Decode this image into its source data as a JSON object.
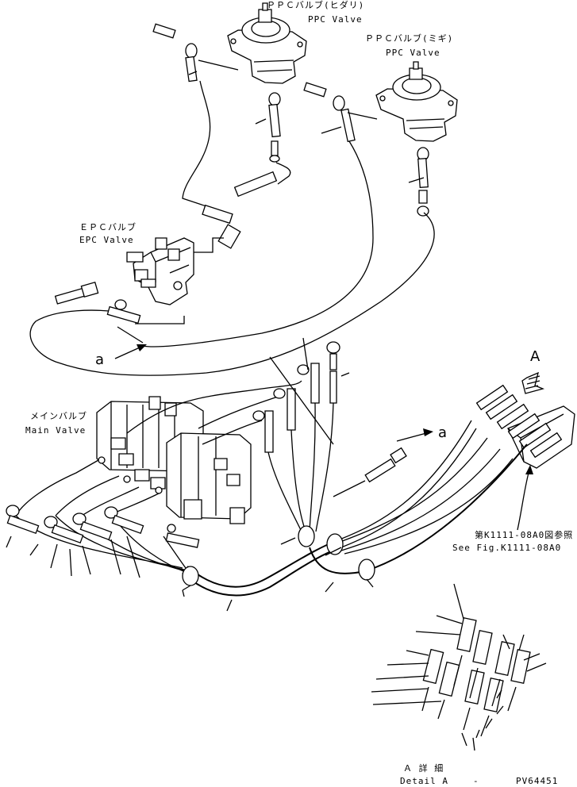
{
  "labels": {
    "ppc_left_jp": "ＰＰＣバルブ(ヒダリ)",
    "ppc_left_en": "PPC Valve",
    "ppc_right_jp": "ＰＰＣバルブ(ミギ)",
    "ppc_right_en": "PPC Valve",
    "epc_jp": "ＥＰＣバルブ",
    "epc_en": "EPC Valve",
    "main_jp": "メインバルブ",
    "main_en": "Main Valve",
    "marker_a_left": "a",
    "marker_a_right": "a",
    "marker_A": "A",
    "ref_jp": "第K1111-08A0図参照",
    "ref_en": "See Fig.K1111-08A0",
    "detail_jp": "Ａ 詳 細",
    "detail_en": "Detail A",
    "detail_dash": "-",
    "drawing_no": "PV64451"
  }
}
